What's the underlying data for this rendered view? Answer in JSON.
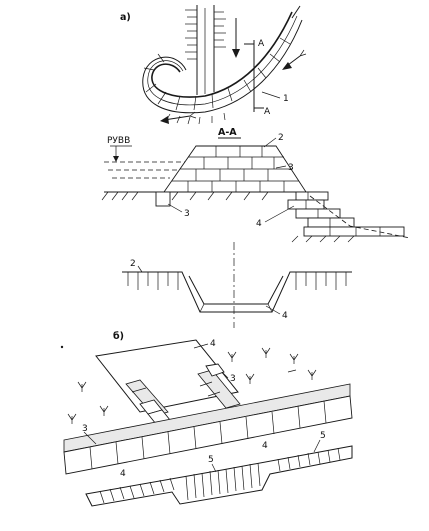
{
  "part_a": {
    "label": "а)",
    "section_mark": "А",
    "section_title": "А-А",
    "water_level": "РУВВ",
    "callouts": [
      "1",
      "2",
      "3",
      "3",
      "4",
      "2",
      "4"
    ]
  },
  "part_b": {
    "label": "б)",
    "callouts": [
      "4",
      "3",
      "3",
      "4",
      "4",
      "5",
      "5"
    ]
  }
}
